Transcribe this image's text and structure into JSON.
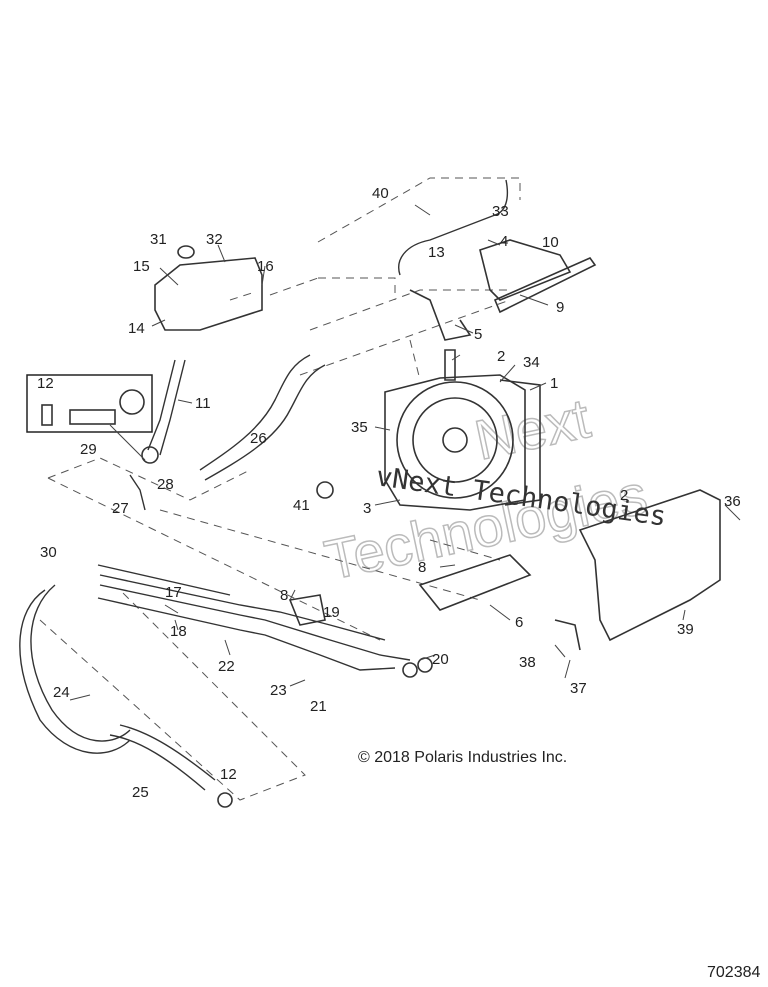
{
  "callouts": [
    "1",
    "2",
    "2",
    "3",
    "4",
    "5",
    "6",
    "8",
    "8",
    "9",
    "10",
    "11",
    "12",
    "12",
    "13",
    "14",
    "15",
    "16",
    "17",
    "18",
    "19",
    "20",
    "21",
    "22",
    "23",
    "24",
    "25",
    "26",
    "27",
    "28",
    "29",
    "30",
    "31",
    "32",
    "33",
    "34",
    "35",
    "36",
    "37",
    "38",
    "39",
    "40",
    "41"
  ],
  "copyright": "© 2018 Polaris Industries Inc.",
  "watermark": {
    "line1": "vNext Technologies",
    "line2": "Technologies",
    "ghost": "Next"
  },
  "doc_number": "702384"
}
